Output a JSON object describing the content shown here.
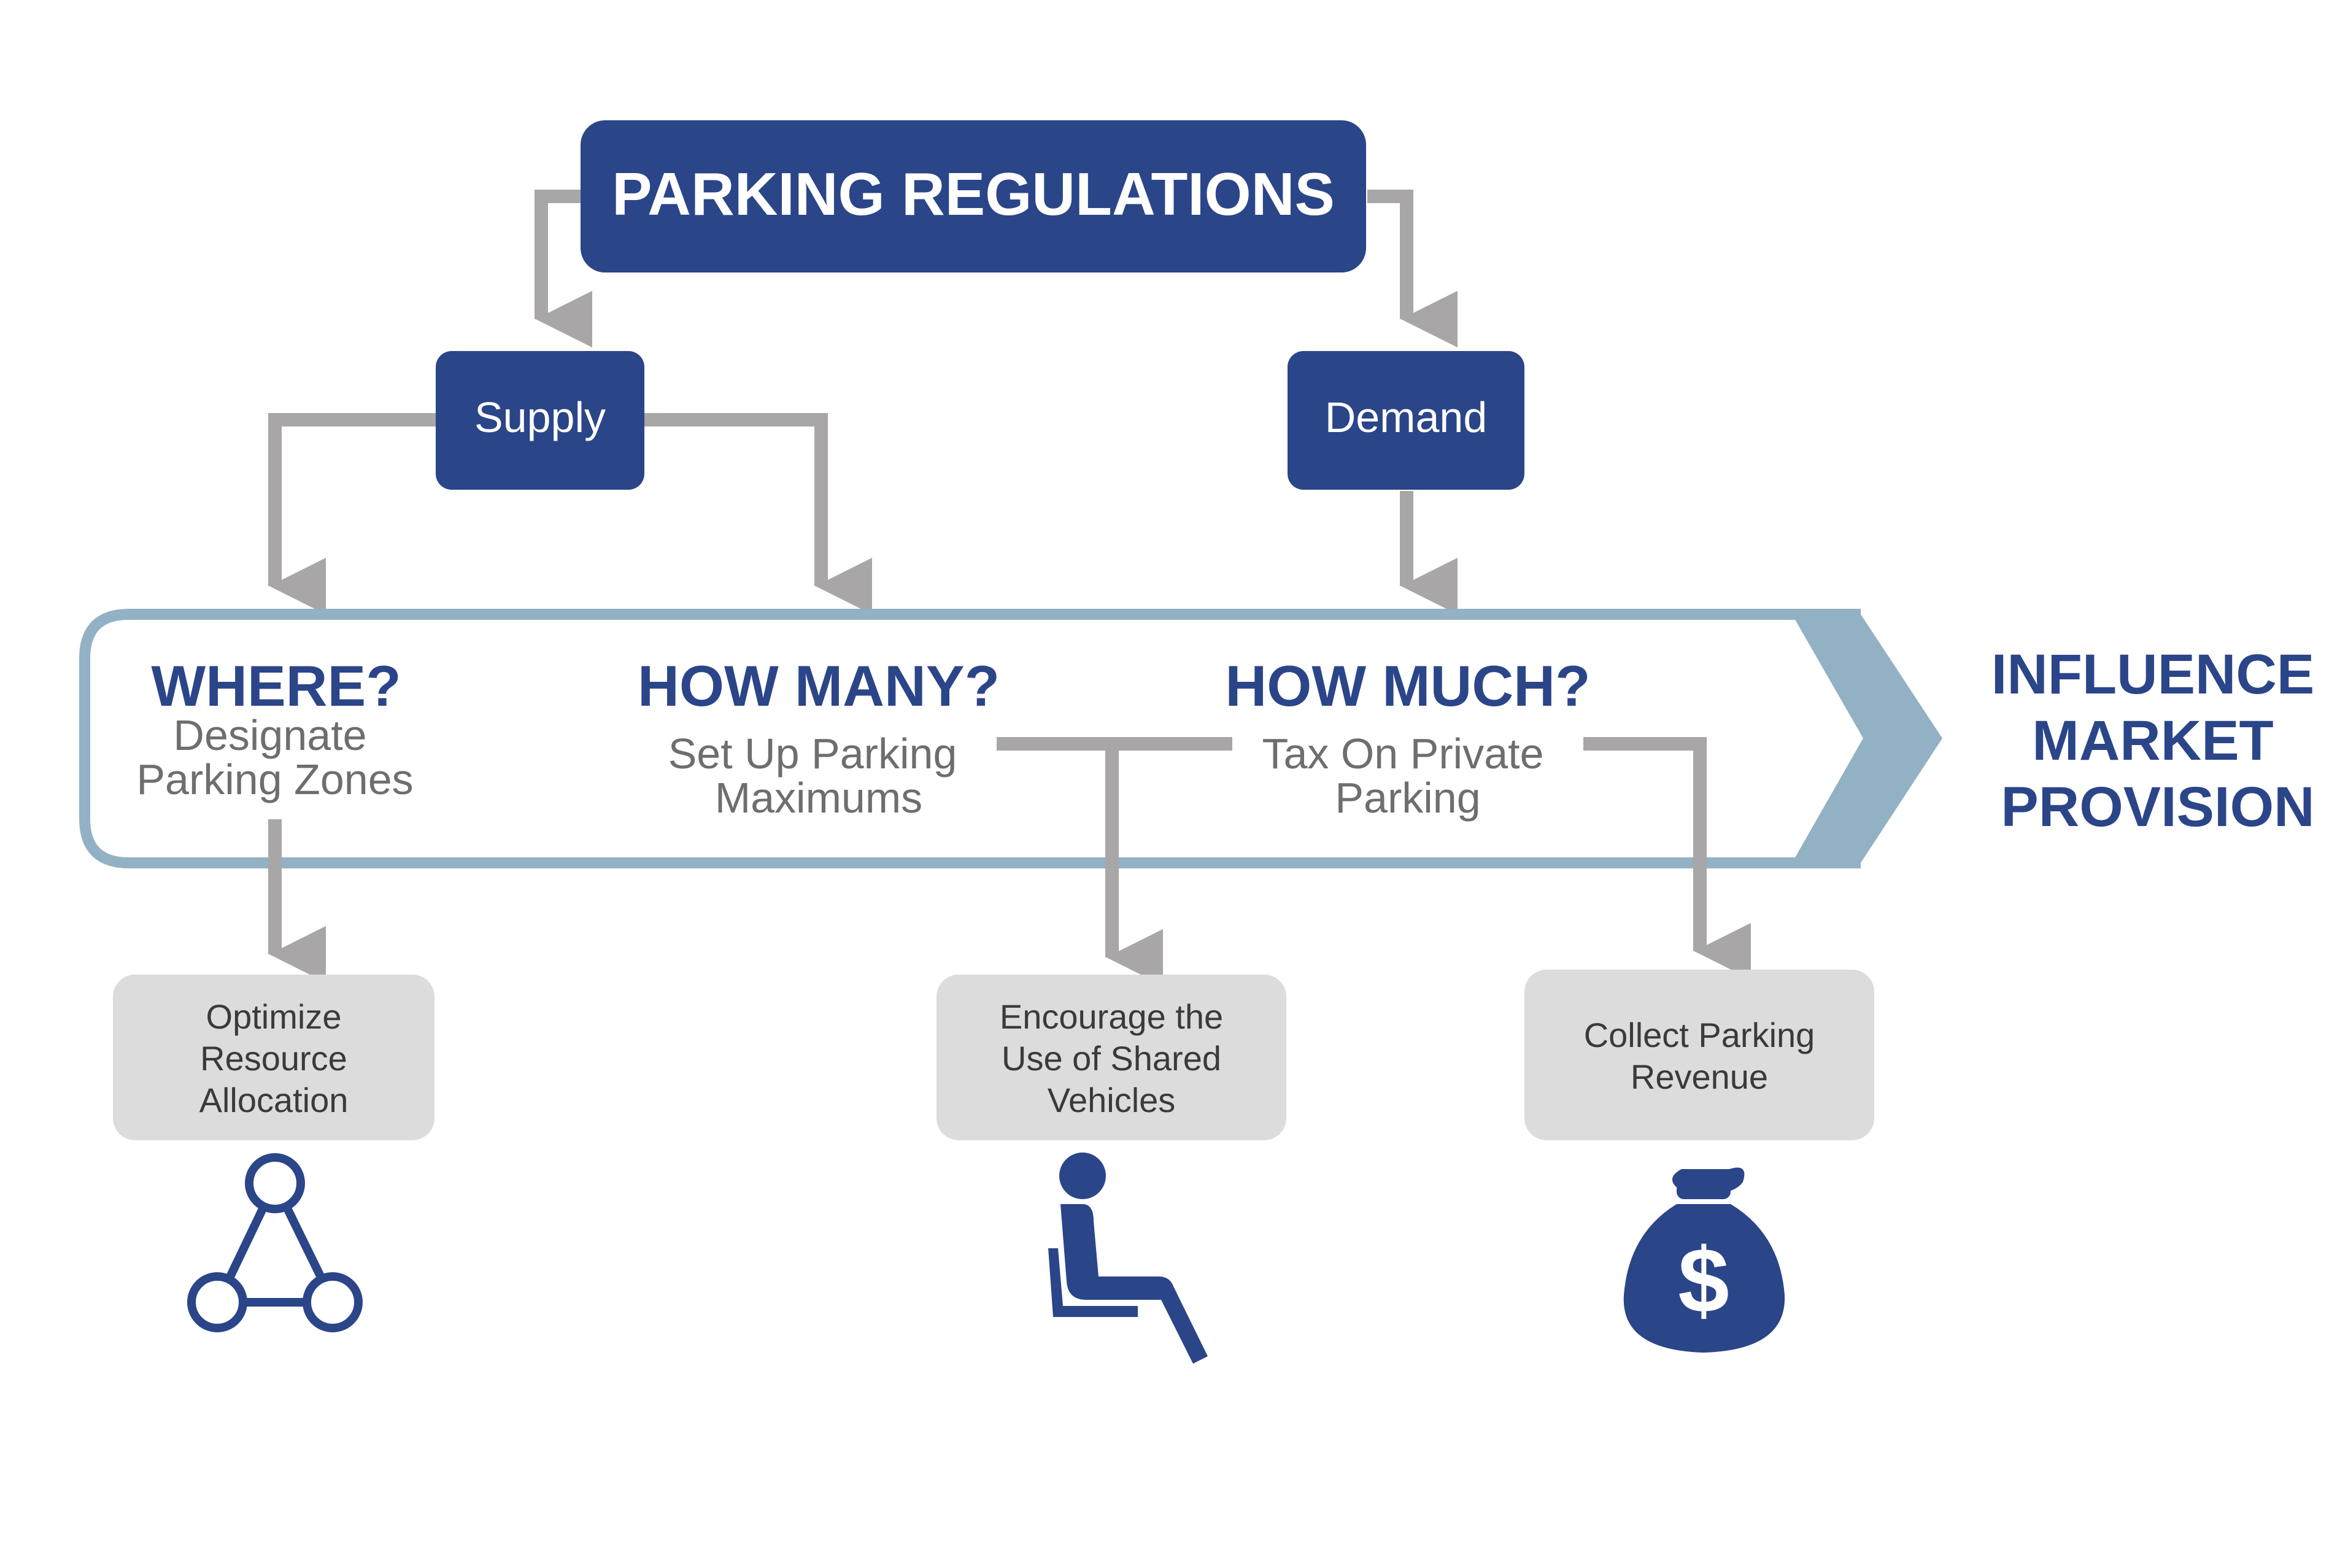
{
  "root": {
    "label": "PARKING REGULATIONS"
  },
  "branches": {
    "supply": {
      "label": "Supply"
    },
    "demand": {
      "label": "Demand"
    }
  },
  "stages": [
    {
      "title": "WHERE?",
      "subtitle_lines": [
        "Designate",
        "Parking Zones"
      ]
    },
    {
      "title": "HOW MANY?",
      "subtitle_lines": [
        "Set Up Parking",
        "Maximums"
      ]
    },
    {
      "title": "HOW MUCH?",
      "subtitle_lines": [
        "Tax On Private",
        "Parking"
      ]
    }
  ],
  "outcome": {
    "lines": [
      "INFLUENCE",
      "MARKET",
      "PROVISION"
    ]
  },
  "effects": [
    {
      "lines": [
        "Optimize",
        "Resource",
        "Allocation"
      ],
      "icon": "network-triangle-icon"
    },
    {
      "lines": [
        "Encourage the",
        "Use of Shared",
        "Vehicles"
      ],
      "icon": "seated-person-icon"
    },
    {
      "lines": [
        "Collect Parking",
        "Revenue"
      ],
      "icon": "money-bag-icon"
    }
  ],
  "colors": {
    "navy": "#2B4589",
    "arrow_gray": "#A8A6A7",
    "band_blue": "#93B1C4",
    "box_gray": "#DCDCDC",
    "subtitle_gray": "#6E6E6E",
    "effect_text": "#3A3A3A"
  }
}
